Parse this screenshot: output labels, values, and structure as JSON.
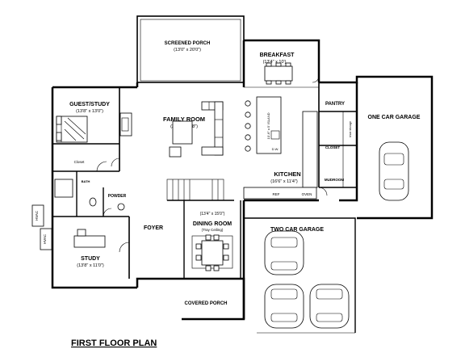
{
  "plan_title": "FIRST FLOOR PLAN",
  "rooms": {
    "screened_porch": {
      "name": "SCREENED PORCH",
      "size": "(13'0\" x 20'0\")"
    },
    "breakfast": {
      "name": "BREAKFAST",
      "size": "(13'4\" x 10')"
    },
    "guest_study": {
      "name": "GUEST/STUDY",
      "size": "(13'8\" x 13'0\")"
    },
    "family_room": {
      "name": "FAMILY ROOM",
      "size": "(22'8\" x 17'8\")"
    },
    "pantry": {
      "name": "PANTRY"
    },
    "one_car_garage": {
      "name": "ONE CAR GARAGE"
    },
    "kitchen": {
      "name": "KITCHEN",
      "size": "(16'6\" x 11'4\")"
    },
    "mudroom": {
      "name": "MUDROOM"
    },
    "closet": {
      "name": "CLOSET"
    },
    "powder": {
      "name": "POWDER"
    },
    "dining_room": {
      "name": "DINING ROOM",
      "size": "(13'4\" x 15'0\")",
      "note": "(Tray Ceiling)"
    },
    "foyer": {
      "name": "FOYER"
    },
    "two_car_garage": {
      "name": "TWO CAR GARAGE"
    },
    "study": {
      "name": "STUDY",
      "size": "(13'8\" x 11'0\")"
    },
    "covered_porch": {
      "name": "COVERED PORCH"
    },
    "bath": {
      "name": "BATH"
    },
    "guest_closet": {
      "name": "Closet"
    }
  },
  "callouts": {
    "island": "10'-6\" x 5' ISLAND",
    "dw": "D.W.",
    "ref": "REF",
    "oven": "OVEN",
    "hvac_1": "HVAC",
    "hvac_2": "HVAC",
    "shoe_storage": "shoe storage"
  }
}
